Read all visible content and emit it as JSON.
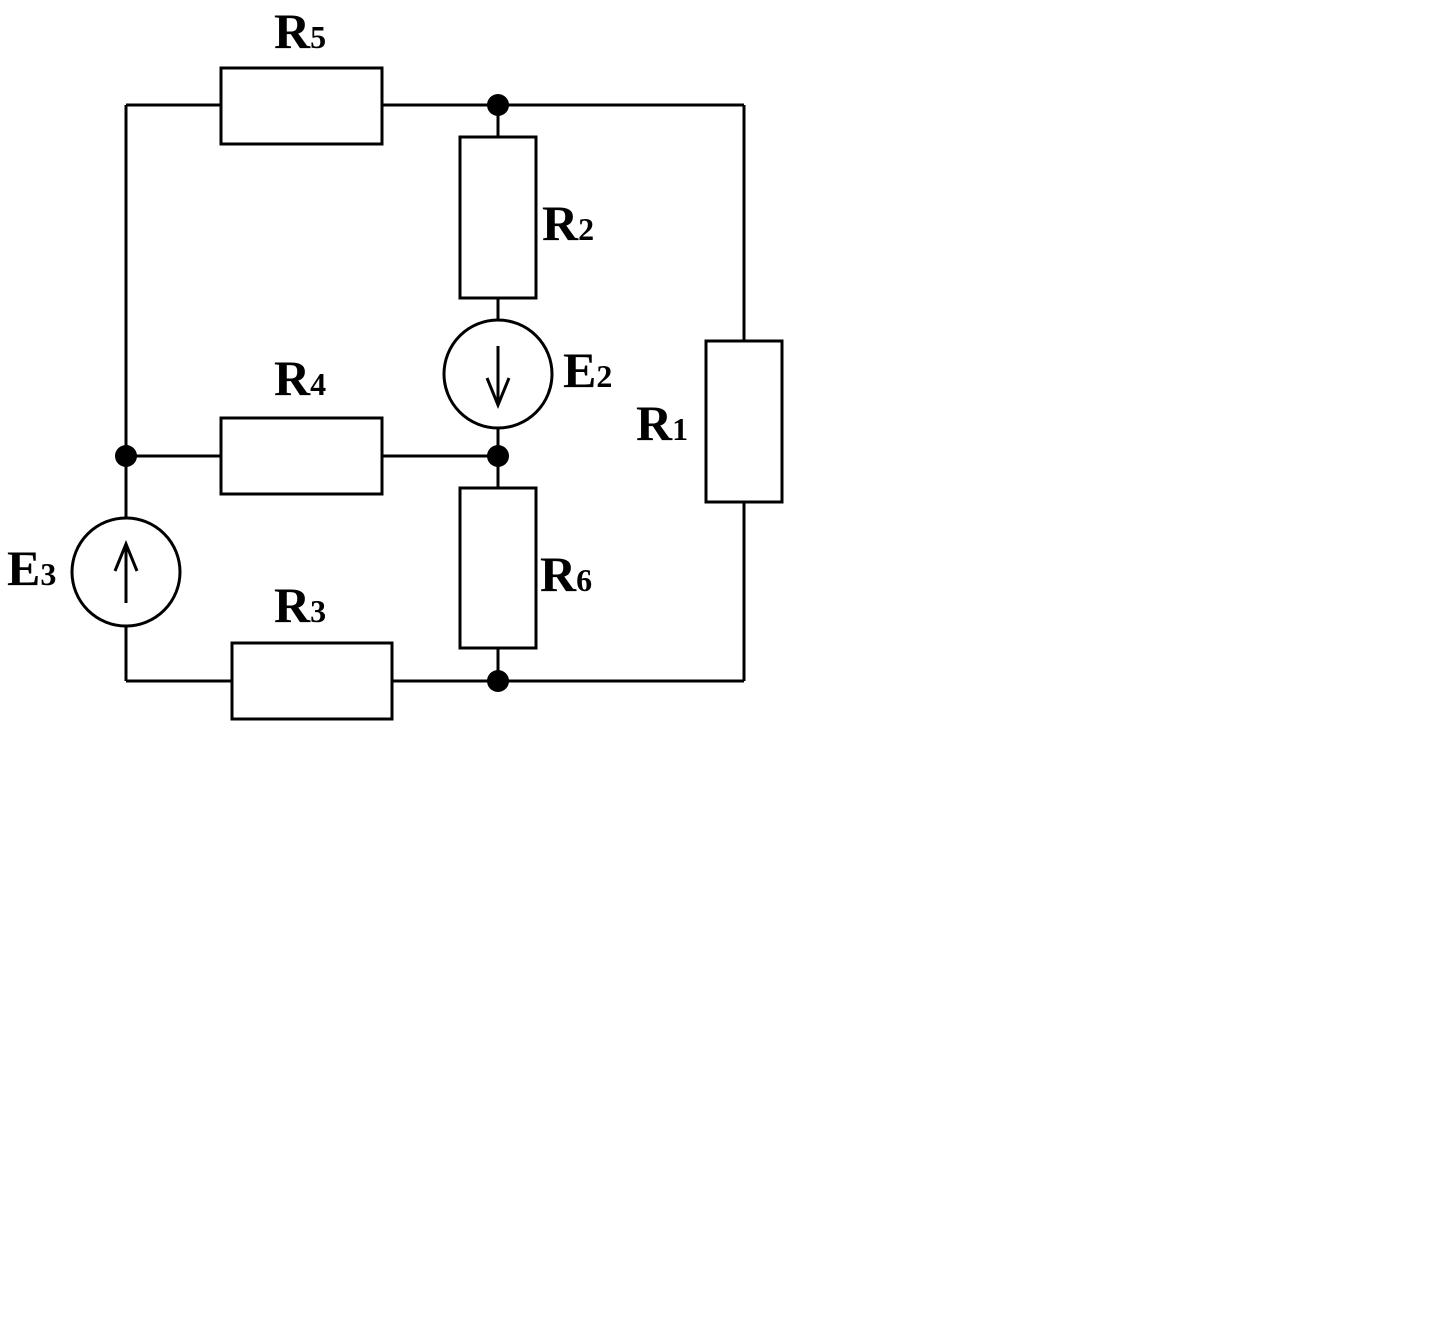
{
  "components": {
    "R5": {
      "letter": "R",
      "index": "5"
    },
    "R2": {
      "letter": "R",
      "index": "2"
    },
    "E2": {
      "letter": "E",
      "index": "2"
    },
    "R4": {
      "letter": "R",
      "index": "4"
    },
    "R1": {
      "letter": "R",
      "index": "1"
    },
    "E3": {
      "letter": "E",
      "index": "3"
    },
    "R3": {
      "letter": "R",
      "index": "3"
    },
    "R6": {
      "letter": "R",
      "index": "6"
    }
  },
  "sources": {
    "E2": {
      "direction": "down"
    },
    "E3": {
      "direction": "up"
    }
  },
  "colors": {
    "line": "#000000",
    "background": "#ffffff"
  }
}
